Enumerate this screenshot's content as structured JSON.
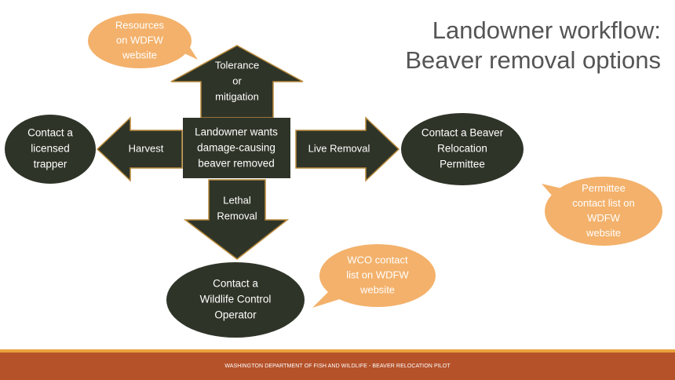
{
  "title": {
    "line1": "Landowner workflow:",
    "line2": "Beaver removal options"
  },
  "colors": {
    "dark_fill": "#2f3428",
    "arrow_stroke": "#b98a3b",
    "bubble_fill": "#f3b16b",
    "bubble_text": "#ffffff",
    "footer_bar": "#b5522a",
    "footer_accent": "#e9a23b",
    "title_text": "#555555"
  },
  "center_box": {
    "lines": [
      "Landowner wants",
      "damage-causing",
      "beaver removed"
    ]
  },
  "arrows": {
    "up": {
      "lines": [
        "Tolerance",
        "or",
        "mitigation"
      ]
    },
    "left": {
      "lines": [
        "Harvest"
      ]
    },
    "right": {
      "lines": [
        "Live Removal"
      ]
    },
    "down": {
      "lines": [
        "Lethal",
        "Removal"
      ]
    }
  },
  "outcomes": {
    "trapper": {
      "lines": [
        "Contact a",
        "licensed",
        "trapper"
      ]
    },
    "permittee": {
      "lines": [
        "Contact a Beaver",
        "Relocation",
        "Permittee"
      ]
    },
    "operator": {
      "lines": [
        "Contact a",
        "Wildlife Control",
        "Operator"
      ]
    }
  },
  "callouts": {
    "resources": {
      "lines": [
        "Resources",
        "on WDFW",
        "website"
      ]
    },
    "permittee_list": {
      "lines": [
        "Permittee",
        "contact list on",
        "WDFW",
        "website"
      ]
    },
    "wco_list": {
      "lines": [
        "WCO contact",
        "list on WDFW",
        "website"
      ]
    }
  },
  "footer": {
    "text": "WASHINGTON DEPARTMENT OF FISH AND WILDLIFE - BEAVER RELOCATION PILOT"
  }
}
